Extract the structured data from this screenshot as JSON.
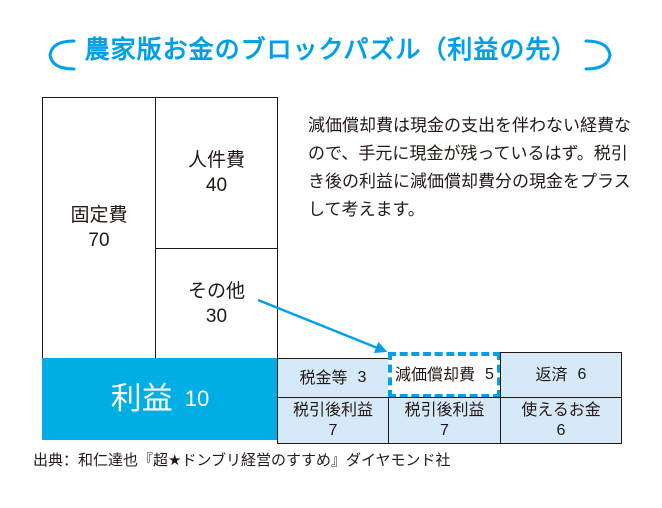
{
  "title": {
    "text": "農家版お金のブロックパズル（利益の先）",
    "color": "#00A0E9",
    "bracket_left_icon": "bracket-left-icon",
    "bracket_right_icon": "bracket-right-icon"
  },
  "colors": {
    "accent_cyan": "#00A0E9",
    "profit_fill": "#00AEE6",
    "cell_fill": "#D6E9F8",
    "outline": "#231815",
    "text": "#231815"
  },
  "blocks": {
    "fixed_cost": {
      "label": "固定費",
      "value": "70"
    },
    "labor_cost": {
      "label": "人件費",
      "value": "40"
    },
    "other_cost": {
      "label": "その他",
      "value": "30"
    },
    "profit": {
      "label": "利益",
      "value": "10"
    }
  },
  "table": {
    "row1": [
      {
        "label": "税金等",
        "value": "3",
        "highlighted": false
      },
      {
        "label": "減価償却費",
        "value": "5",
        "highlighted": true
      },
      {
        "label": "返済",
        "value": "6",
        "highlighted": false
      }
    ],
    "row2": [
      {
        "label": "税引後利益",
        "value": "7"
      },
      {
        "label": "税引後利益",
        "value": "7"
      },
      {
        "label": "使えるお金",
        "value": "6"
      }
    ]
  },
  "description": {
    "text": "減価償却費は現金の支出を伴わない経費なので、手元に現金が残っているはず。税引き後の利益に減価償却費分の現金をプラスして考えます。"
  },
  "arrow": {
    "name": "annotation-arrow",
    "color": "#00A0E9",
    "from": "その他",
    "to": "減価償却費"
  },
  "source_note": {
    "text": "出典：和仁達也『超★ドンブリ経営のすすめ』ダイヤモンド社"
  }
}
